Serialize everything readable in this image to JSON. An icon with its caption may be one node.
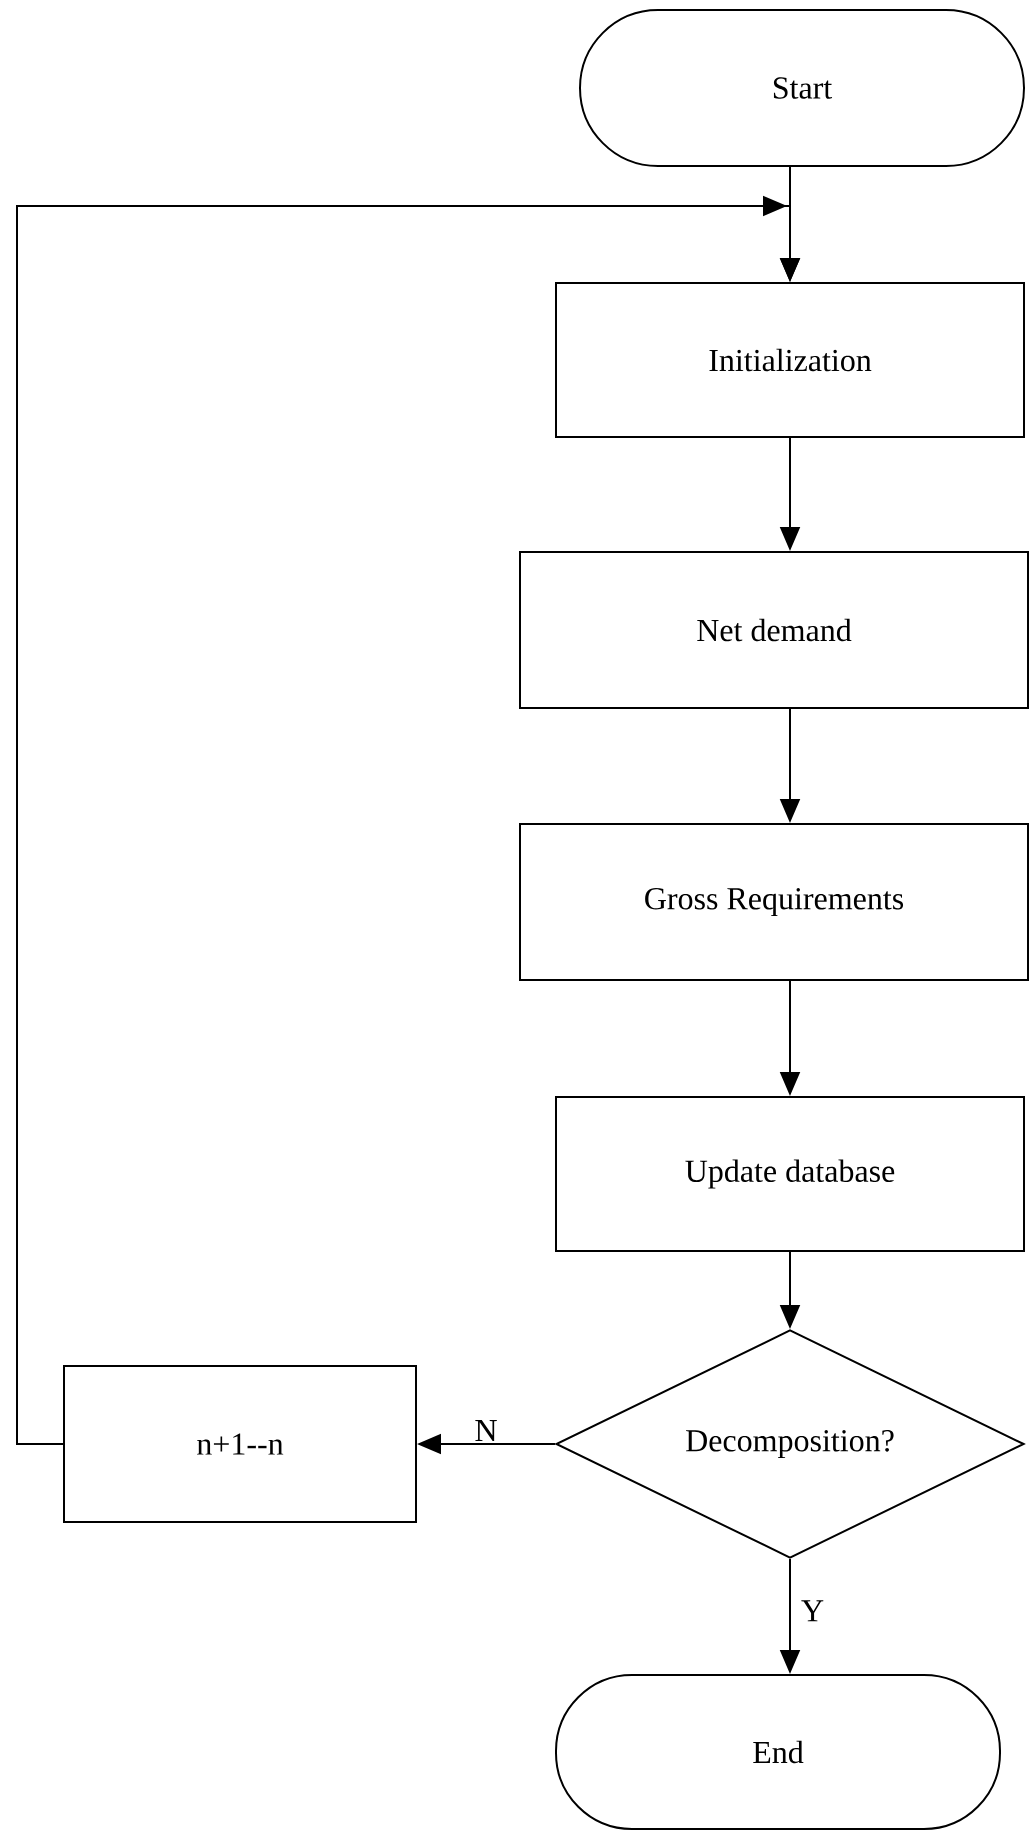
{
  "diagram": {
    "nodes": [
      {
        "text": [
          "Start"
        ]
      },
      {
        "text": [
          "Initialization"
        ]
      },
      {
        "text": [
          "Net demand"
        ]
      },
      {
        "text": [
          "Gross Requirements"
        ]
      },
      {
        "text": [
          "Update database"
        ]
      },
      {
        "text": [
          "Decomposition?"
        ]
      },
      {
        "text": [
          "n+1--n"
        ]
      },
      {
        "text": [
          "End"
        ]
      }
    ],
    "edges": [
      {
        "from": 0,
        "to": 1,
        "arrow": "to"
      },
      {
        "from": 1,
        "to": 2,
        "arrow": "to"
      },
      {
        "from": 2,
        "to": 3,
        "arrow": "to"
      },
      {
        "from": 3,
        "to": 4,
        "arrow": "to"
      },
      {
        "from": 4,
        "to": 5,
        "arrow": "to"
      },
      {
        "from": 5,
        "to": 6,
        "arrow": "to",
        "label": "N"
      },
      {
        "from": 5,
        "to": 7,
        "arrow": "to",
        "label": "Y"
      },
      {
        "from": 6,
        "to": 1,
        "arrow": "to"
      }
    ]
  }
}
